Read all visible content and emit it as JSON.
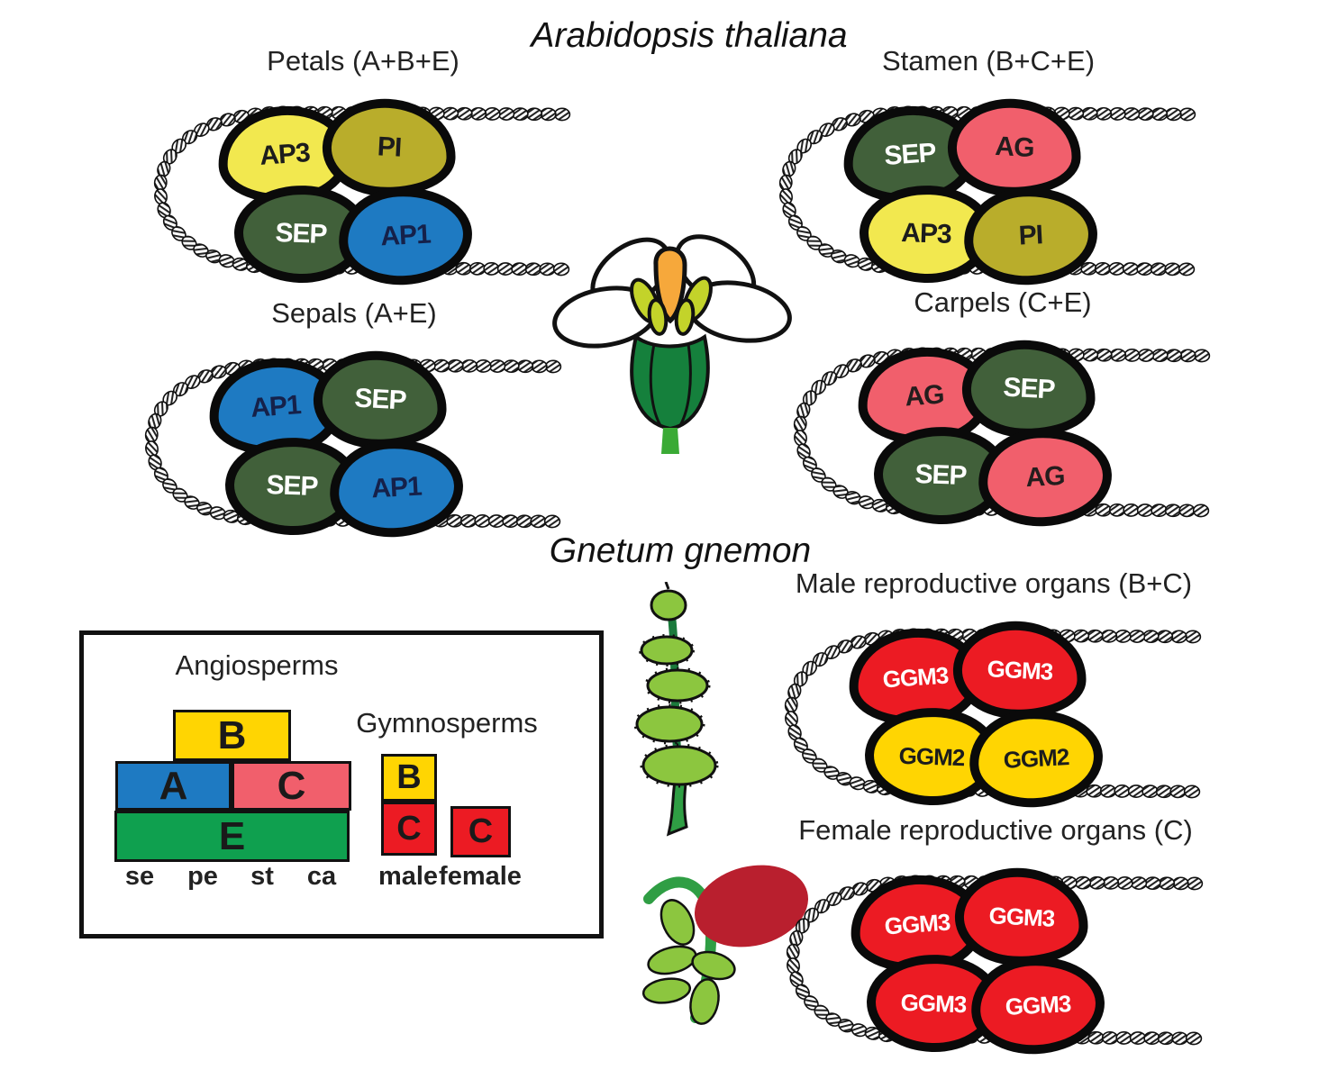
{
  "figure": {
    "species_titles": [
      {
        "id": "arabidopsis",
        "text": "Arabidopsis thaliana"
      },
      {
        "id": "gnetum",
        "text": "Gnetum gnemon"
      }
    ]
  },
  "complexes": [
    {
      "id": "petals",
      "title": "Petals (A+B+E)",
      "units": [
        {
          "label": "AP3",
          "fill": "#f2e84f",
          "text": "#1c1c1c"
        },
        {
          "label": "PI",
          "fill": "#b9ad2b",
          "text": "#1c1c1c"
        },
        {
          "label": "SEP",
          "fill": "#41603a",
          "text": "#ffffff"
        },
        {
          "label": "AP1",
          "fill": "#1e7ac2",
          "text": "#15214a"
        }
      ]
    },
    {
      "id": "stamen",
      "title": "Stamen (B+C+E)",
      "units": [
        {
          "label": "SEP",
          "fill": "#41603a",
          "text": "#ffffff"
        },
        {
          "label": "AG",
          "fill": "#f15f6c",
          "text": "#241d1d"
        },
        {
          "label": "AP3",
          "fill": "#f2e84f",
          "text": "#1c1c1c"
        },
        {
          "label": "PI",
          "fill": "#b9ad2b",
          "text": "#1c1c1c"
        }
      ]
    },
    {
      "id": "sepals",
      "title": "Sepals (A+E)",
      "units": [
        {
          "label": "AP1",
          "fill": "#1e7ac2",
          "text": "#15214a"
        },
        {
          "label": "SEP",
          "fill": "#41603a",
          "text": "#ffffff"
        },
        {
          "label": "SEP",
          "fill": "#41603a",
          "text": "#ffffff"
        },
        {
          "label": "AP1",
          "fill": "#1e7ac2",
          "text": "#15214a"
        }
      ]
    },
    {
      "id": "carpels",
      "title": "Carpels (C+E)",
      "units": [
        {
          "label": "AG",
          "fill": "#f15f6c",
          "text": "#241d1d"
        },
        {
          "label": "SEP",
          "fill": "#41603a",
          "text": "#ffffff"
        },
        {
          "label": "SEP",
          "fill": "#41603a",
          "text": "#ffffff"
        },
        {
          "label": "AG",
          "fill": "#f15f6c",
          "text": "#241d1d"
        }
      ]
    },
    {
      "id": "male",
      "title": "Male reproductive organs (B+C)",
      "units": [
        {
          "label": "GGM3",
          "fill": "#ec1b23",
          "text": "#ffffff"
        },
        {
          "label": "GGM3",
          "fill": "#ec1b23",
          "text": "#ffffff"
        },
        {
          "label": "GGM2",
          "fill": "#ffd502",
          "text": "#1c1c1c"
        },
        {
          "label": "GGM2",
          "fill": "#ffd502",
          "text": "#1c1c1c"
        }
      ]
    },
    {
      "id": "female",
      "title": "Female reproductive organs (C)",
      "units": [
        {
          "label": "GGM3",
          "fill": "#ec1b23",
          "text": "#ffffff"
        },
        {
          "label": "GGM3",
          "fill": "#ec1b23",
          "text": "#ffffff"
        },
        {
          "label": "GGM3",
          "fill": "#ec1b23",
          "text": "#ffffff"
        },
        {
          "label": "GGM3",
          "fill": "#ec1b23",
          "text": "#ffffff"
        }
      ]
    }
  ],
  "legend": {
    "angiosperms": {
      "title": "Angiosperms",
      "blocks": [
        {
          "label": "B",
          "fill": "#ffd502"
        },
        {
          "label": "A",
          "fill": "#1e7ac2"
        },
        {
          "label": "C",
          "fill": "#f15f6c"
        },
        {
          "label": "E",
          "fill": "#0fa04f"
        }
      ],
      "whorls": [
        "se",
        "pe",
        "st",
        "ca"
      ]
    },
    "gymnosperms": {
      "title": "Gymnosperms",
      "male_blocks": [
        {
          "label": "B",
          "fill": "#ffd502"
        },
        {
          "label": "C",
          "fill": "#ec1b23"
        }
      ],
      "female_blocks": [
        {
          "label": "C",
          "fill": "#ec1b23"
        }
      ],
      "labels": [
        "male",
        "female"
      ]
    }
  }
}
